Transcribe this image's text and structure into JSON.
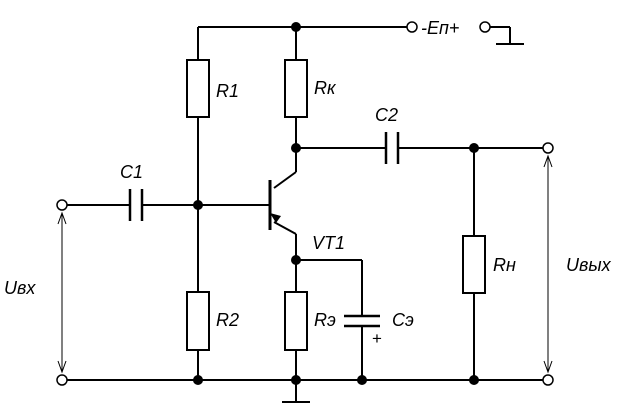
{
  "labels": {
    "supply": "-Еп+",
    "r1": "R1",
    "rk": "Rк",
    "c2": "C2",
    "c1": "C1",
    "vt1": "VT1",
    "rn": "Rн",
    "uvx": "Uвх",
    "uvyx": "Uвых",
    "r2": "R2",
    "re": "Rэ",
    "ce": "Cэ",
    "ce_polarity": "+"
  }
}
